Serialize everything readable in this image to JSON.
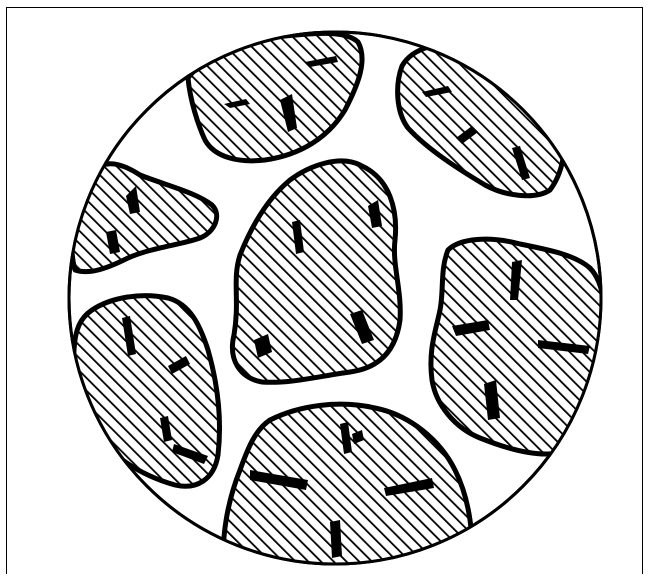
{
  "figure": {
    "colors": {
      "ink": "#000000",
      "background": "#ffffff"
    },
    "grains": [
      {
        "name": "grain-top-left",
        "cracks": 3
      },
      {
        "name": "grain-top-right",
        "cracks": 3
      },
      {
        "name": "grain-left",
        "cracks": 2
      },
      {
        "name": "grain-center",
        "cracks": 4
      },
      {
        "name": "grain-right",
        "cracks": 4
      },
      {
        "name": "grain-bottom-left",
        "cracks": 4
      },
      {
        "name": "grain-bottom-center",
        "cracks": 5
      }
    ]
  }
}
